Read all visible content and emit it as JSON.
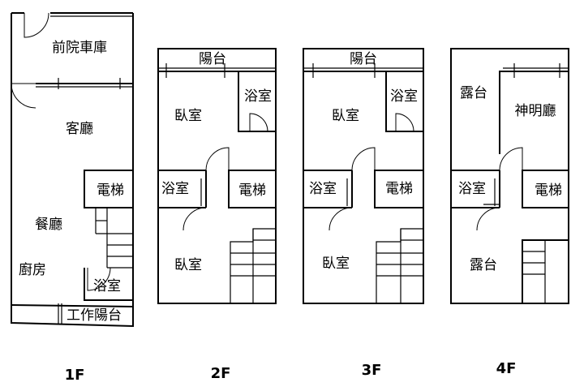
{
  "floors": [
    {
      "label": "1F",
      "rooms": {
        "garage": "前院車庫",
        "living": "客廳",
        "elevator": "電梯",
        "dining": "餐廳",
        "kitchen": "廚房",
        "bath": "浴室",
        "work_balcony": "工作陽台"
      }
    },
    {
      "label": "2F",
      "rooms": {
        "balcony": "陽台",
        "bedroom_front": "臥室",
        "bath_front": "浴室",
        "bath_mid": "浴室",
        "elevator": "電梯",
        "bedroom_back": "臥室"
      }
    },
    {
      "label": "3F",
      "rooms": {
        "balcony": "陽台",
        "bedroom_front": "臥室",
        "bath_front": "浴室",
        "bath_mid": "浴室",
        "elevator": "電梯",
        "bedroom_back": "臥室"
      }
    },
    {
      "label": "4F",
      "rooms": {
        "terrace_front": "露台",
        "shrine_hall": "神明廳",
        "bath": "浴室",
        "elevator": "電梯",
        "terrace_back": "露台"
      }
    }
  ]
}
